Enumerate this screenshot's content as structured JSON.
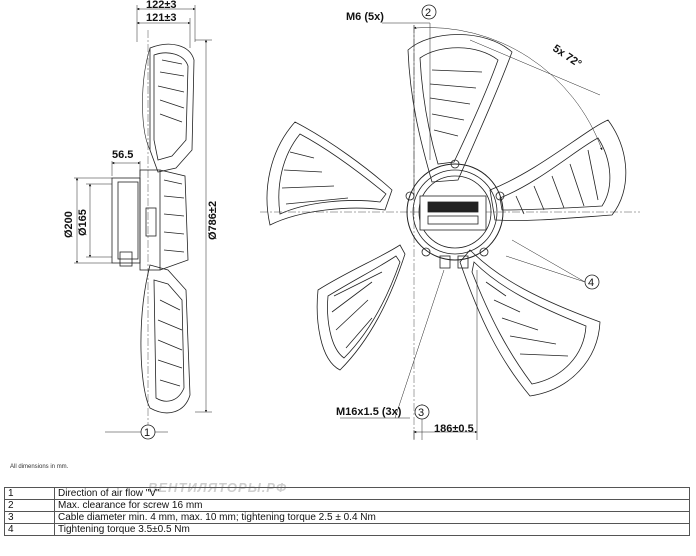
{
  "dims": {
    "width_outer": "122±3",
    "width_inner": "121±3",
    "hub_depth": "56.5",
    "dia_200": "Ø200",
    "dia_165": "Ø165",
    "dia_fan": "Ø786±2",
    "screw_top": "M6 (5x)",
    "angle": "5x 72°",
    "screw_bottom": "M16x1.5 (3x)",
    "offset": "186±0.5"
  },
  "callouts": [
    "1",
    "2",
    "3",
    "4"
  ],
  "note": "All dimensions in mm.",
  "watermark": "ВЕНТИЛЯТОРЫ.РФ",
  "legend": [
    {
      "num": "1",
      "text": "Direction of air flow \"V\""
    },
    {
      "num": "2",
      "text": "Max. clearance for screw 16 mm"
    },
    {
      "num": "3",
      "text": "Cable diameter min. 4 mm, max. 10 mm; tightening torque 2.5 ± 0.4 Nm"
    },
    {
      "num": "4",
      "text": "Tightening torque 3.5±0.5 Nm"
    }
  ]
}
